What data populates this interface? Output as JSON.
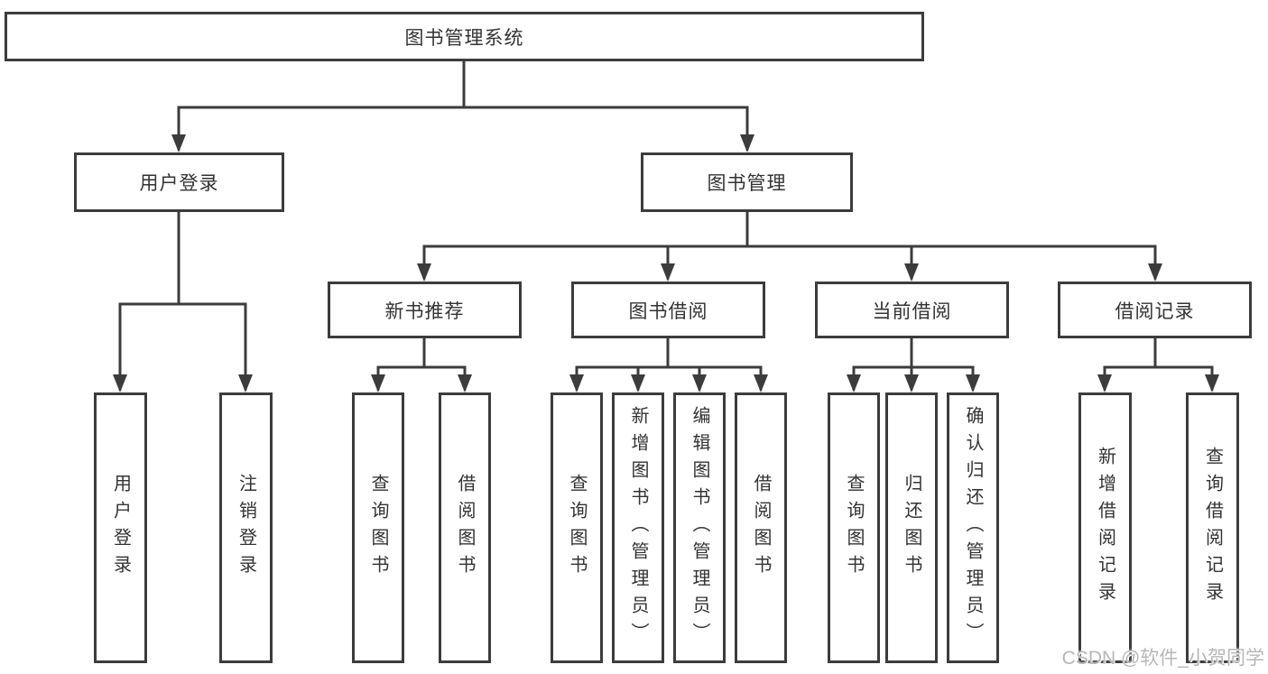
{
  "title": "图书管理系统",
  "level2": {
    "user_login": "用户登录",
    "book_mgmt": "图书管理"
  },
  "level3": {
    "new_books": "新书推荐",
    "borrow": "图书借阅",
    "current": "当前借阅",
    "records": "借阅记录"
  },
  "leaves": {
    "user_login": [
      "用户登录",
      "注销登录"
    ],
    "new_books": [
      "查询图书",
      "借阅图书"
    ],
    "borrow": [
      "查询图书",
      "新增图书（管理员）",
      "编辑图书（管理员）",
      "借阅图书"
    ],
    "current": [
      "查询图书",
      "归还图书",
      "确认归还（管理员）"
    ],
    "records": [
      "新增借阅记录",
      "查询借阅记录"
    ]
  },
  "watermark": "CSDN @软件_小贺同学",
  "colors": {
    "line": "#3c3c3c",
    "text": "#333333",
    "background": "#ffffff",
    "watermark": "#b7b7b7"
  }
}
